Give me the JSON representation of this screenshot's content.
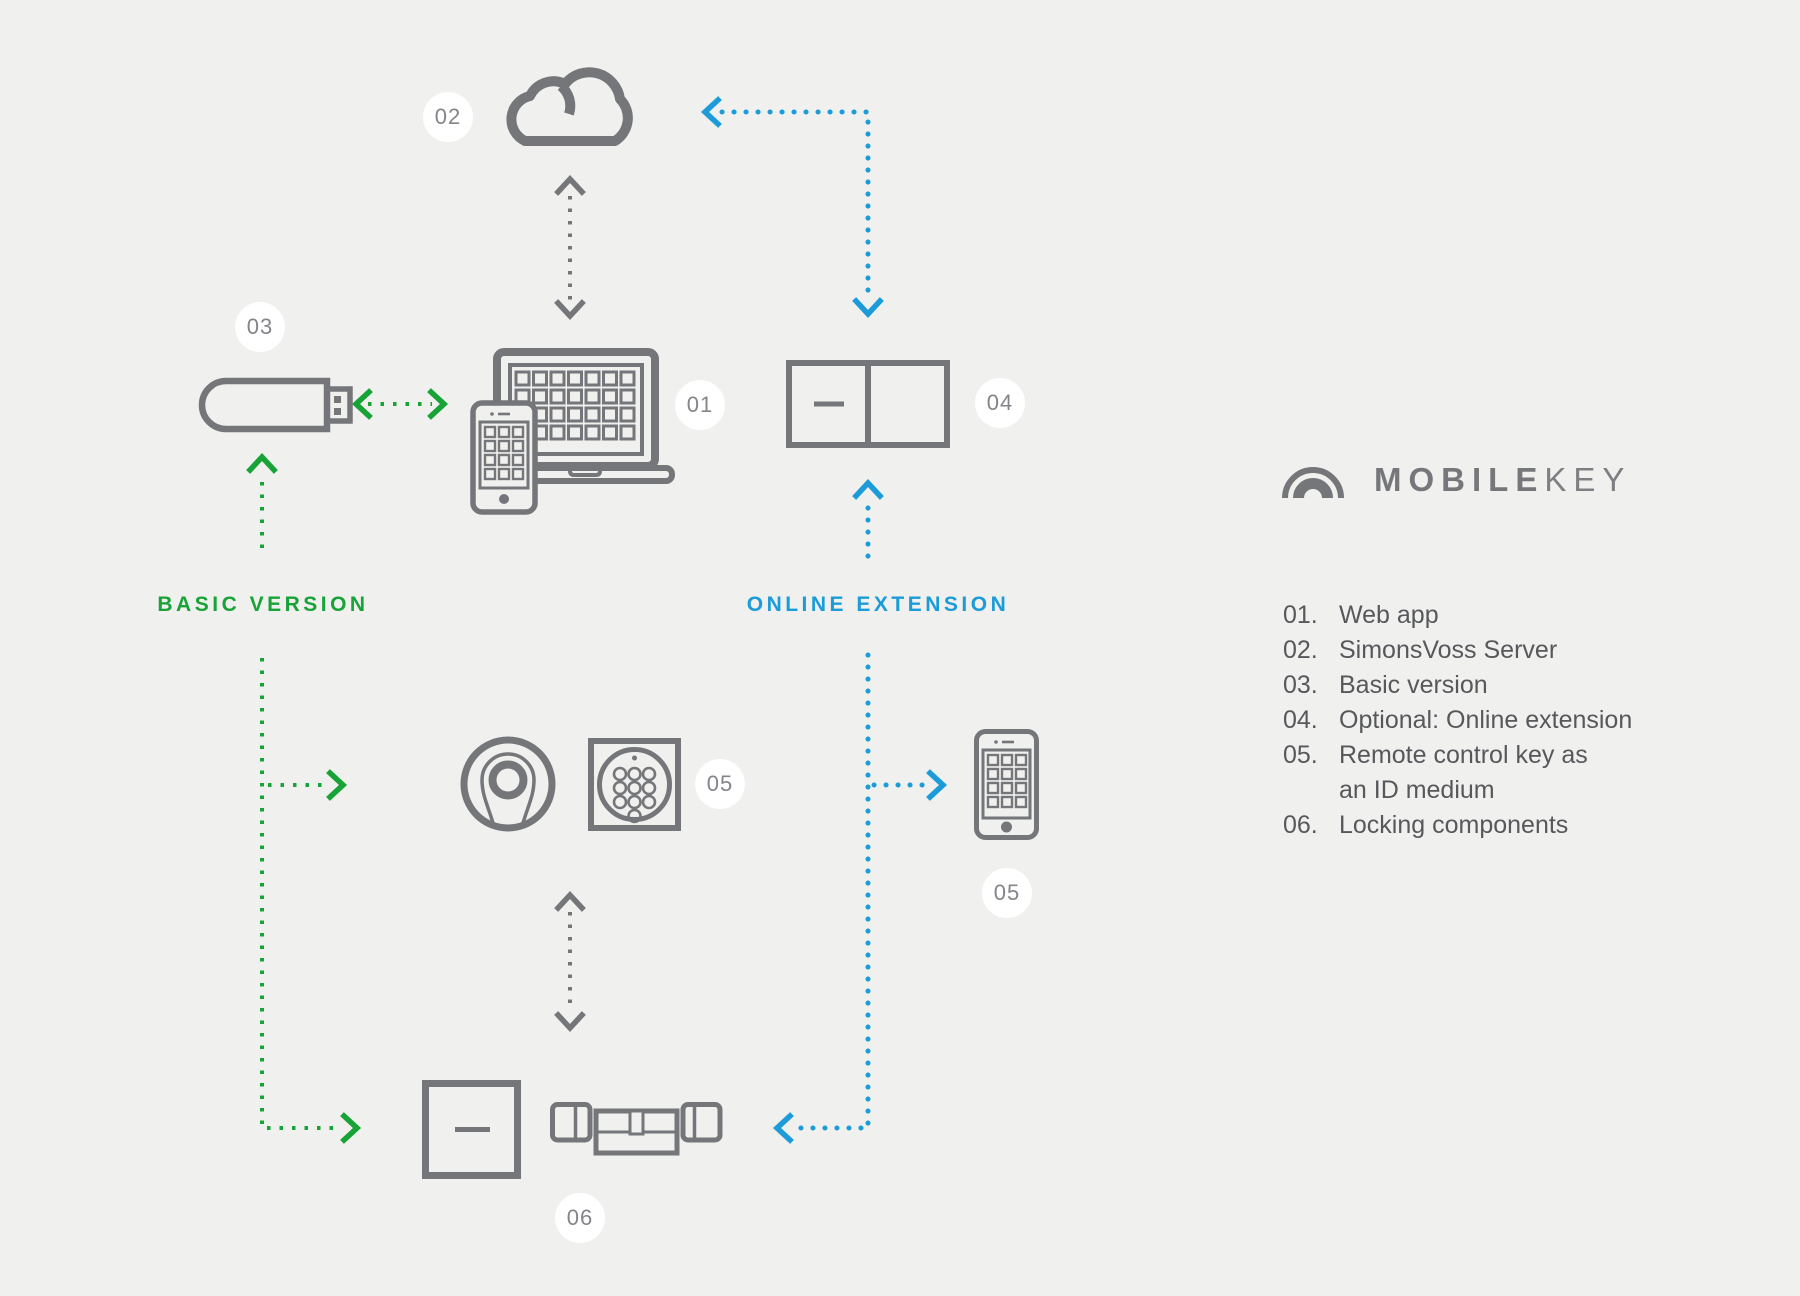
{
  "colors": {
    "background": "#f0f0ee",
    "icon_gray": "#75767a",
    "accent_green": "#18a337",
    "accent_blue": "#1b9cd9",
    "badge_background": "#ffffff",
    "badge_text": "#84858a",
    "legend_text": "#57585b"
  },
  "badges": {
    "b01": "01",
    "b02": "02",
    "b03": "03",
    "b04": "04",
    "b05_keypad": "05",
    "b05_phone": "05",
    "b06": "06"
  },
  "labels": {
    "basic_version": "BASIC VERSION",
    "online_extension": "ONLINE EXTENSION"
  },
  "logo": {
    "part1": "MOBILE",
    "part2": "KEY"
  },
  "legend": {
    "items": [
      {
        "num": "01.",
        "lines": [
          "Web app"
        ]
      },
      {
        "num": "02.",
        "lines": [
          "SimonsVoss Server"
        ]
      },
      {
        "num": "03.",
        "lines": [
          "Basic version"
        ]
      },
      {
        "num": "04.",
        "lines": [
          "Optional: Online extension"
        ]
      },
      {
        "num": "05.",
        "lines": [
          "Remote control key as",
          "an ID medium"
        ]
      },
      {
        "num": "06.",
        "lines": [
          "Locking components"
        ]
      }
    ]
  }
}
